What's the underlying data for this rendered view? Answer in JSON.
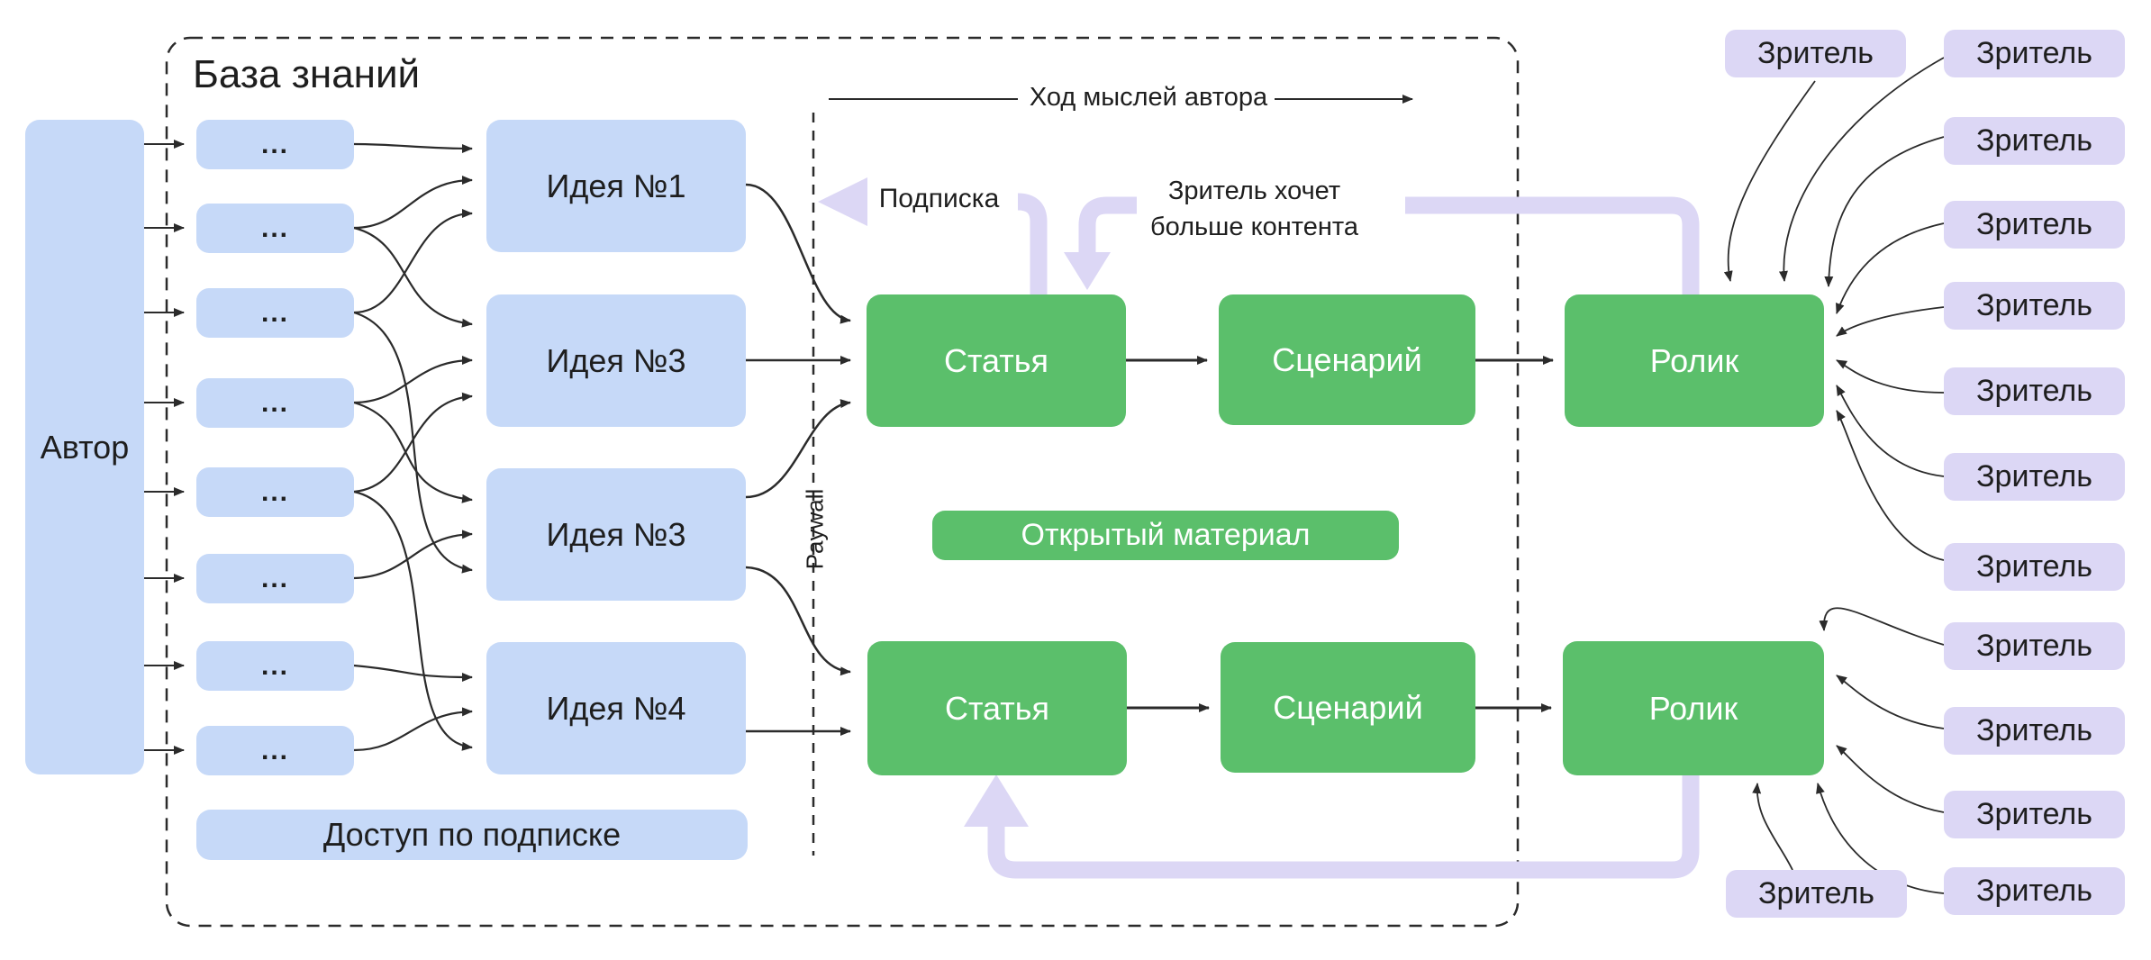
{
  "colors": {
    "blue": "#c6d9f8",
    "green": "#5bbf6b",
    "lavender": "#dcd7f5",
    "line": "#2b2b2b",
    "text": "#1e1e1e",
    "white": "#ffffff"
  },
  "knowledge_base": {
    "title": "База знаний",
    "author": "Автор",
    "note": "...",
    "ideas": [
      "Идея №1",
      "Идея №3",
      "Идея №3",
      "Идея №4"
    ],
    "access": "Доступ по подписке"
  },
  "paywall": "Paywall",
  "flow": {
    "thought": "Ход мыслей автора",
    "subscription": "Подписка",
    "viewer_wants": [
      "Зритель хочет",
      "больше контента"
    ]
  },
  "pipeline": {
    "article": "Статья",
    "script": "Сценарий",
    "video": "Ролик",
    "open": "Открытый материал"
  },
  "viewer": "Зритель"
}
